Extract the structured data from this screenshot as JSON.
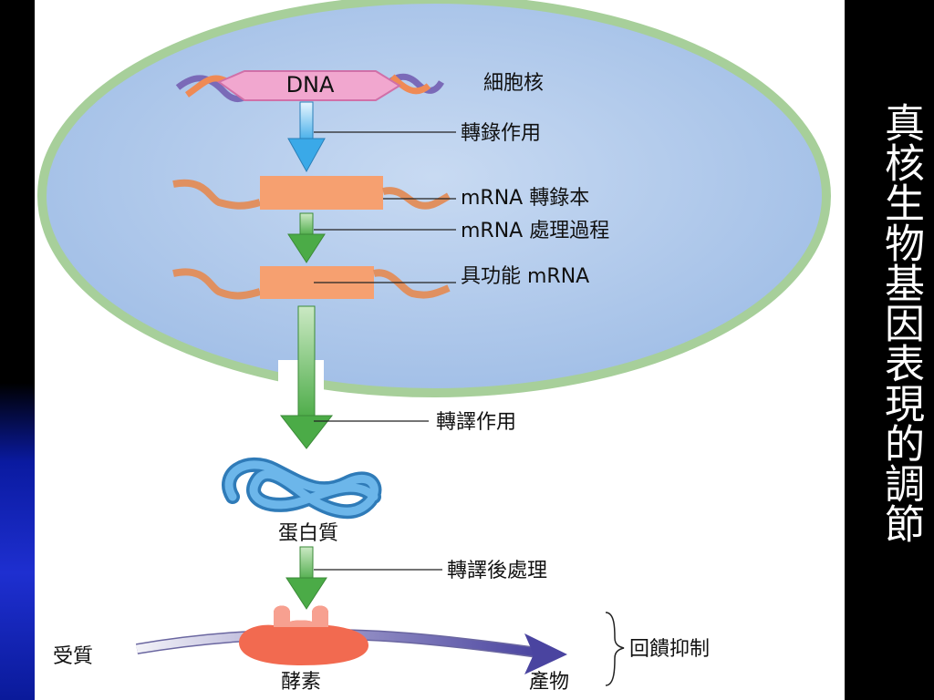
{
  "side_title": "真核生物基因表現的調節",
  "labels": {
    "dna": "DNA",
    "nucleus": "細胞核",
    "transcription": "轉錄作用",
    "mrna_transcript": "mRNA 轉錄本",
    "mrna_processing": "mRNA 處理過程",
    "functional_mrna": "具功能 mRNA",
    "translation": "轉譯作用",
    "protein": "蛋白質",
    "post_translation": "轉譯後處理",
    "substrate": "受質",
    "enzyme": "酵素",
    "product": "產物",
    "feedback": "回饋抑制"
  }
}
